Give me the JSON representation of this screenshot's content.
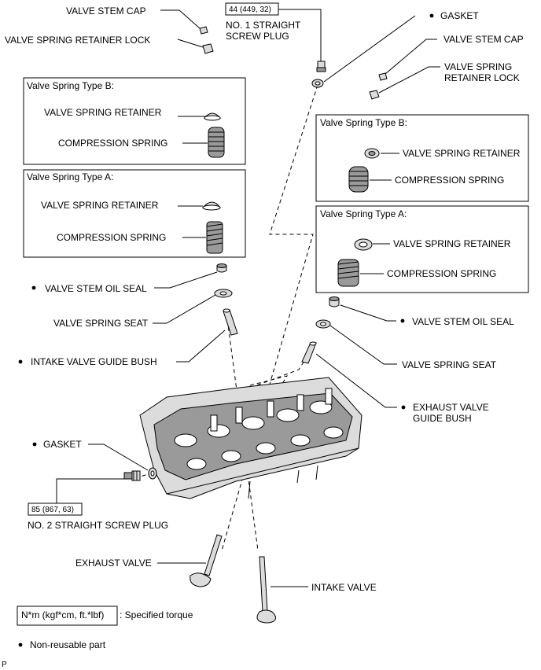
{
  "labels": {
    "valve_stem_cap_left": "VALVE STEM CAP",
    "valve_spring_retainer_lock_left": "VALVE SPRING RETAINER LOCK",
    "torque_plug1": "44 (449, 32)",
    "plug1_line1": "NO. 1 STRAIGHT",
    "plug1_line2": "SCREW PLUG",
    "gasket_right": "GASKET",
    "valve_stem_cap_right": "VALVE STEM CAP",
    "retainer_lock_right_line1": "VALVE SPRING",
    "retainer_lock_right_line2": "RETAINER LOCK",
    "type_b_title_left": "Valve Spring Type B:",
    "type_b_retainer_left": "VALVE SPRING RETAINER",
    "type_b_spring_left": "COMPRESSION SPRING",
    "type_a_title_left": "Valve Spring Type A:",
    "type_a_retainer_left": "VALVE SPRING RETAINER",
    "type_a_spring_left": "COMPRESSION SPRING",
    "type_b_title_right": "Valve Spring Type B:",
    "type_b_retainer_right": "VALVE SPRING RETAINER",
    "type_b_spring_right": "COMPRESSION SPRING",
    "type_a_title_right": "Valve Spring Type A:",
    "type_a_retainer_right": "VALVE SPRING RETAINER",
    "type_a_spring_right": "COMPRESSION SPRING",
    "oil_seal_left": "VALVE STEM OIL SEAL",
    "spring_seat_left": "VALVE SPRING SEAT",
    "intake_guide_bush": "INTAKE VALVE GUIDE BUSH",
    "oil_seal_right": "VALVE STEM OIL SEAL",
    "spring_seat_right": "VALVE SPRING SEAT",
    "exhaust_guide_line1": "EXHAUST VALVE",
    "exhaust_guide_line2": "GUIDE BUSH",
    "gasket_left": "GASKET",
    "torque_plug2": "85 (867, 63)",
    "plug2": "NO. 2 STRAIGHT SCREW PLUG",
    "exhaust_valve": "EXHAUST VALVE",
    "intake_valve": "INTAKE VALVE"
  },
  "legend": {
    "torque_units": "N*m (kgf*cm, ft.*lbf)",
    "torque_desc": ": Specified torque",
    "non_reusable": "Non-reusable part"
  },
  "footer": {
    "code": "P"
  }
}
